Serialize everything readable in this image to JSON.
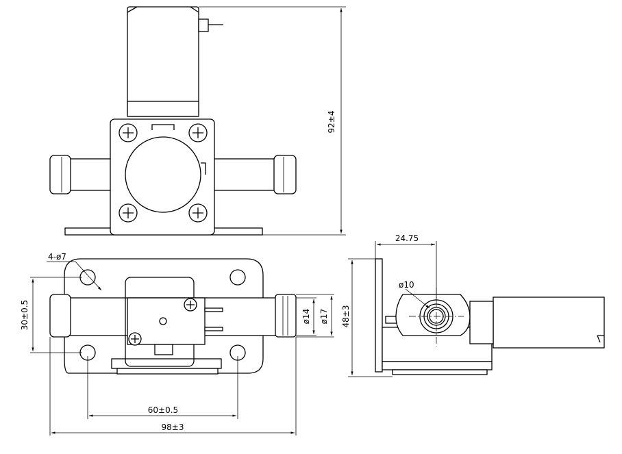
{
  "dimensions": {
    "height_total": "92±4",
    "hole_spec": "4-ø7",
    "vertical_spacing": "30±0.5",
    "inner_diameter": "ø14",
    "outer_diameter": "ø17",
    "hole_spacing": "60±0.5",
    "overall_width": "98±3",
    "side_offset": "24.75",
    "port_diameter": "ø10",
    "side_height": "48±3"
  }
}
